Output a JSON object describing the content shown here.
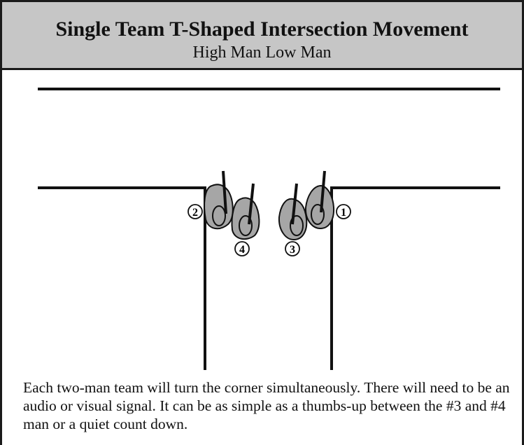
{
  "header": {
    "title": "Single Team T-Shaped Intersection Movement",
    "subtitle": "High Man Low Man"
  },
  "diagram": {
    "operators": [
      {
        "number": "1"
      },
      {
        "number": "2"
      },
      {
        "number": "3"
      },
      {
        "number": "4"
      }
    ]
  },
  "caption": "Each two-man team will turn the corner simultaneously. There will need to be an audio or visual signal. It can be as simple as a thumbs-up between the #3 and #4 man or a quiet count down.",
  "colors": {
    "header_bg": "#c6c6c6",
    "figure_fill": "#a6a6a6",
    "line": "#111111"
  }
}
